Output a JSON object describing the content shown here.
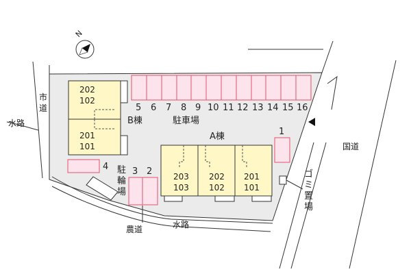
{
  "colors": {
    "lot_fill": "#ebebeb",
    "building_fill": "#fff8c6",
    "parking_fill": "#fde4ec",
    "parking_stroke": "#e8506e",
    "line": "#333333"
  },
  "compass": {
    "north_label": "N",
    "icon": "north-arrow-icon"
  },
  "buildings": {
    "b": {
      "label": "B棟",
      "units_top": [
        "202",
        "102"
      ],
      "units_bottom": [
        "201",
        "101"
      ]
    },
    "a": {
      "label": "A棟",
      "units": [
        {
          "upper": "203",
          "lower": "103"
        },
        {
          "upper": "202",
          "lower": "102"
        },
        {
          "upper": "201",
          "lower": "101"
        }
      ]
    }
  },
  "parking": {
    "label": "駐車場",
    "row_numbers": [
      "5",
      "6",
      "7",
      "8",
      "9",
      "10",
      "11",
      "12",
      "13",
      "14",
      "15",
      "16"
    ],
    "space_1": "1",
    "space_2": "2",
    "space_3": "3",
    "space_4": "4"
  },
  "bicycle_parking": {
    "label_chars": [
      "駐",
      "輪",
      "場"
    ]
  },
  "garbage_area": {
    "label_chars": [
      "ゴ",
      "ミ",
      "置",
      "場"
    ]
  },
  "roads": {
    "city_road_chars": [
      "市",
      "道"
    ],
    "waterway_left": "水路",
    "national_road": "国道",
    "farm_road": "農道",
    "waterway_bottom": "水路"
  }
}
